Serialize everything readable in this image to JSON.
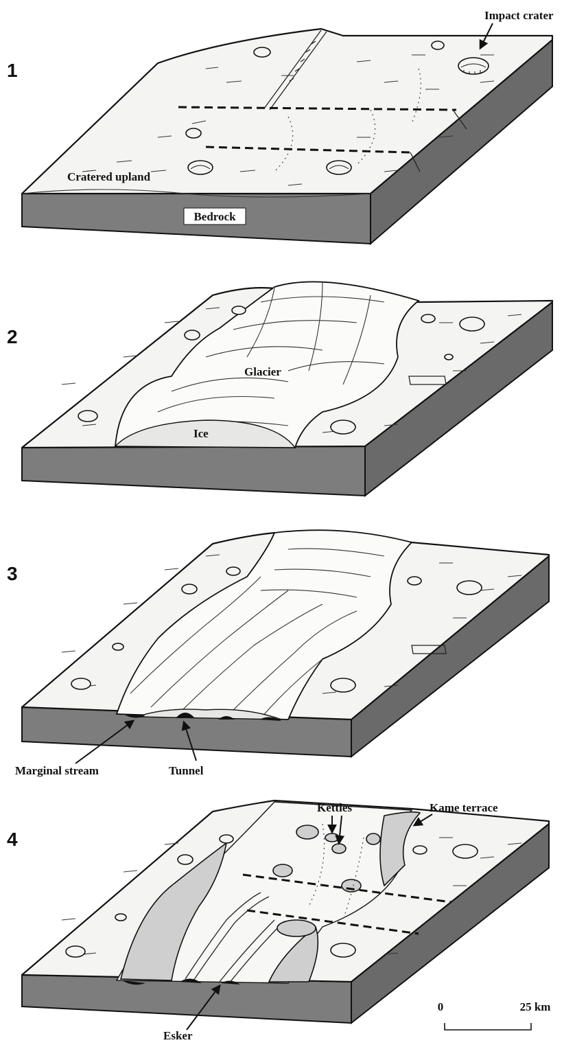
{
  "panels": [
    {
      "number": "1",
      "labels": {
        "impact_crater": "Impact crater",
        "cratered_upland": "Cratered upland",
        "bedrock": "Bedrock"
      }
    },
    {
      "number": "2",
      "labels": {
        "glacier": "Glacier",
        "ice": "Ice"
      }
    },
    {
      "number": "3",
      "labels": {
        "marginal_stream": "Marginal stream",
        "tunnel": "Tunnel"
      }
    },
    {
      "number": "4",
      "labels": {
        "kettles": "Kettles",
        "kame_terrace": "Kame terrace",
        "esker": "Esker"
      }
    }
  ],
  "scale_bar": {
    "start": "0",
    "end": "25 km"
  }
}
